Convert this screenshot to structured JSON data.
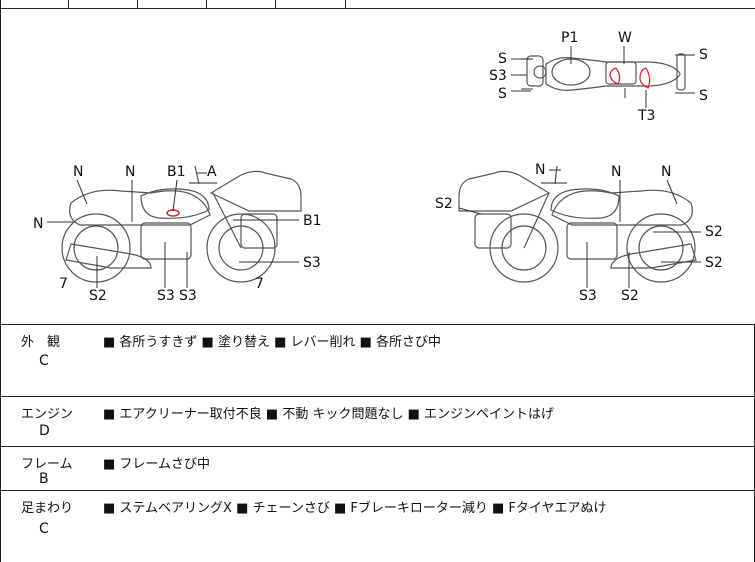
{
  "diagram": {
    "labels_top": {
      "p1": "P1",
      "w": "W",
      "t3": "T3",
      "s3": "S3",
      "s": "S"
    },
    "labels_left": {
      "n": "N",
      "b1": "B1",
      "a": "A",
      "seven": "7",
      "s2": "S2",
      "s3": "S3"
    },
    "labels_right": {
      "n": "N",
      "s2": "S2",
      "s3": "S3"
    }
  },
  "sections": [
    {
      "category": "外　観",
      "grade": "C",
      "notes": "■ 各所うすきず ■ 塗り替え ■ レバー削れ ■ 各所さび中"
    },
    {
      "category": "エンジン",
      "grade": "D",
      "notes": "■ エアクリーナー取付不良 ■ 不動 キック問題なし ■ エンジンペイントはげ"
    },
    {
      "category": "フレーム",
      "grade": "B",
      "notes": "■ フレームさび中"
    },
    {
      "category": "足まわり",
      "grade": "C",
      "notes": "■ ステムベアリングX ■ チェーンさび ■ Fブレーキローター減り ■ Fタイヤエアぬけ"
    }
  ]
}
